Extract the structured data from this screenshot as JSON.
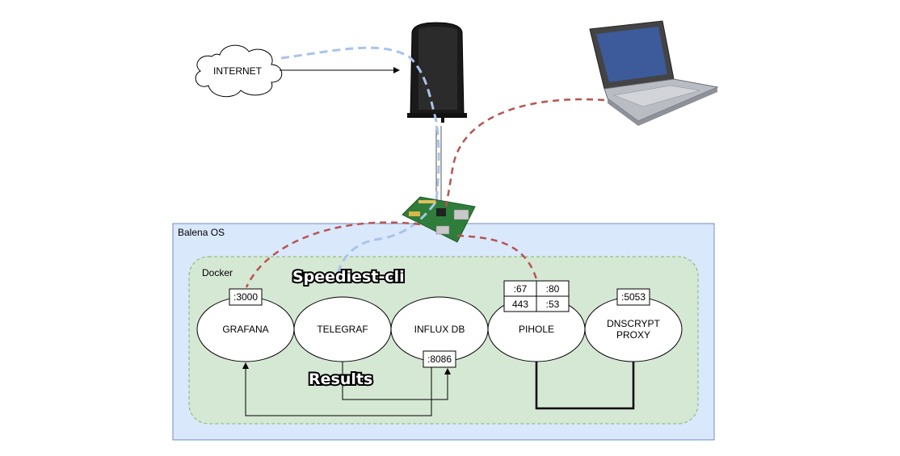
{
  "labels": {
    "internet": "INTERNET",
    "balena_os": "Balena OS",
    "docker": "Docker",
    "speedtest_cli": "Speediest-cli",
    "results": "Results"
  },
  "services": {
    "grafana": "GRAFANA",
    "telegraf": "TELEGRAF",
    "influxdb": "INFLUX DB",
    "pihole": "PIHOLE",
    "dnscrypt_line1": "DNSCRYPT",
    "dnscrypt_line2": "PROXY"
  },
  "ports": {
    "grafana": ":3000",
    "influxdb": ":8086",
    "pihole_67": ":67",
    "pihole_80": ":80",
    "pihole_443": "443",
    "pihole_53": ":53",
    "dnscrypt": ":5053"
  },
  "colors": {
    "balena_fill": "#dae8fc",
    "balena_stroke": "#6c8ebf",
    "docker_fill": "#d5e8d4",
    "docker_stroke": "#82b366",
    "blue_link": "#a9c4eb",
    "red_link": "#b85450"
  }
}
